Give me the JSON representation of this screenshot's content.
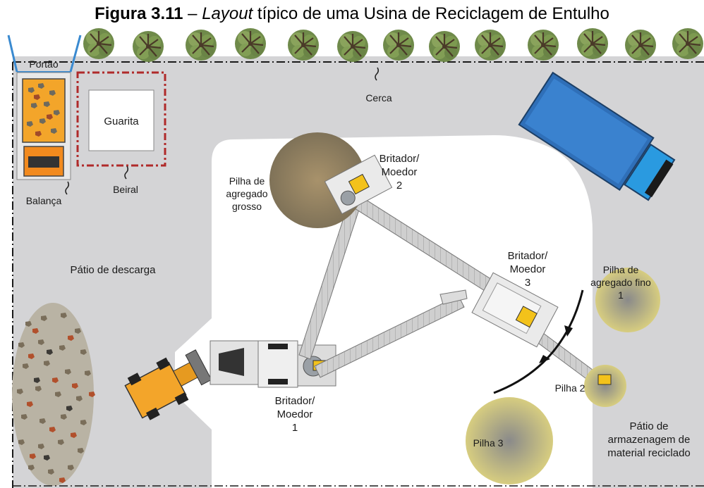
{
  "title": {
    "figure_label": "Figura 3.11",
    "dash": " – ",
    "italic_word": "Layout",
    "rest": " típico de uma Usina de Reciclagem de Entulho"
  },
  "labels": {
    "portao": "Portão",
    "guarita": "Guarita",
    "balanca": "Balança",
    "beiral": "Beiral",
    "cerca": "Cerca",
    "patio_descarga": "Pátio de descarga",
    "pilha_grosso": [
      "Pilha de",
      "agregado",
      "grosso"
    ],
    "britador_1": [
      "Britador/",
      "Moedor",
      "1"
    ],
    "britador_2": [
      "Britador/",
      "Moedor",
      "2"
    ],
    "britador_3": [
      "Britador/",
      "Moedor",
      "3"
    ],
    "pilha_fino": [
      "Pilha de",
      "agregado fino",
      "1"
    ],
    "pilha_2": "Pilha 2",
    "pilha_3": "Pilha 3",
    "patio_armazenagem": [
      "Pátio de",
      "armazenagem de",
      "material reciclado"
    ]
  },
  "colors": {
    "yard": "#d4d4d6",
    "plant_area": "#ffffff",
    "fence": "#1a1a1a",
    "eave": "#b02a2a",
    "truck_blue": "#2f7fd0",
    "conveyor": "#c4c4c4",
    "machine_yellow": "#f3c21b",
    "loader_orange": "#f1a22a",
    "coarse_pile": "#8a7a5a",
    "fine_pile": "#c9bf73"
  },
  "icons": [
    "tree-icon",
    "truck-icon",
    "loader-icon",
    "crusher-icon",
    "conveyor-icon",
    "rubble-pile-icon",
    "stockpile-icon",
    "arrow-icon"
  ]
}
